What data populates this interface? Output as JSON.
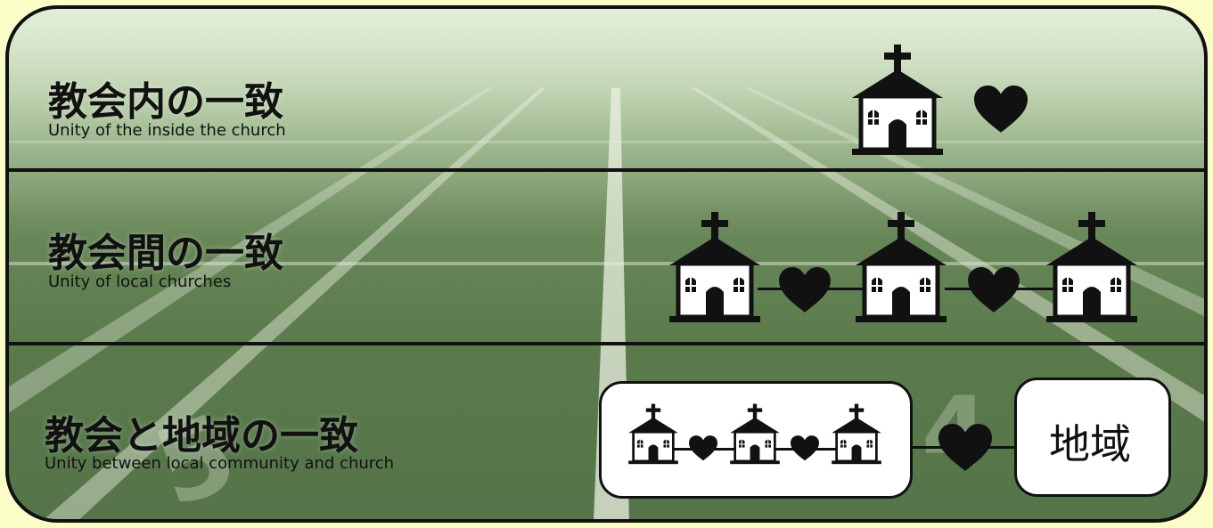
{
  "rows": [
    {
      "title": "教会内の一致",
      "subtitle": "Unity of the inside the church"
    },
    {
      "title": "教会間の一致",
      "subtitle": "Unity of local churches"
    },
    {
      "title": "教会と地域の一致",
      "subtitle": "Unity between local community and church"
    }
  ],
  "region_label": "地域",
  "icons": {
    "church": "church-icon",
    "heart": "heart-icon"
  },
  "colors": {
    "frame": "#111111",
    "background": "#fbfdc6",
    "field": "#5b7b4c",
    "box": "#ffffff"
  }
}
